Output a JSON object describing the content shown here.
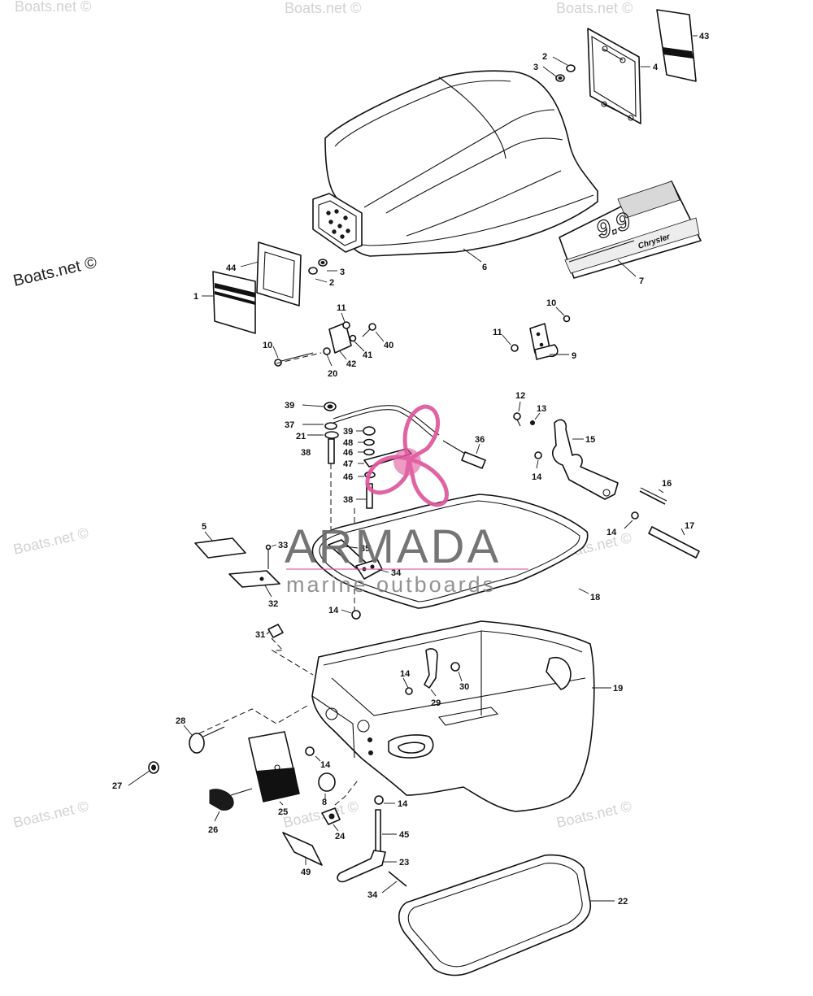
{
  "brand": {
    "logo_word": "ARMADA",
    "logo_tagline": "marine outboards",
    "logo_color": "#e0569c",
    "watermark": "Boats.net ©"
  },
  "decals": {
    "model": "9.9",
    "make": "Chrysler"
  },
  "callouts": [
    {
      "id": "c-43",
      "label": "43"
    },
    {
      "id": "c-2a",
      "label": "2"
    },
    {
      "id": "c-3a",
      "label": "3"
    },
    {
      "id": "c-4",
      "label": "4"
    },
    {
      "id": "c-44",
      "label": "44"
    },
    {
      "id": "c-3b",
      "label": "3"
    },
    {
      "id": "c-2b",
      "label": "2"
    },
    {
      "id": "c-1",
      "label": "1"
    },
    {
      "id": "c-6",
      "label": "6"
    },
    {
      "id": "c-7",
      "label": "7"
    },
    {
      "id": "c-11a",
      "label": "11"
    },
    {
      "id": "c-40",
      "label": "40"
    },
    {
      "id": "c-41",
      "label": "41"
    },
    {
      "id": "c-42",
      "label": "42"
    },
    {
      "id": "c-20",
      "label": "20"
    },
    {
      "id": "c-10a",
      "label": "10"
    },
    {
      "id": "c-10b",
      "label": "10"
    },
    {
      "id": "c-11b",
      "label": "11"
    },
    {
      "id": "c-9",
      "label": "9"
    },
    {
      "id": "c-39a",
      "label": "39"
    },
    {
      "id": "c-37",
      "label": "37"
    },
    {
      "id": "c-21",
      "label": "21"
    },
    {
      "id": "c-38a",
      "label": "38"
    },
    {
      "id": "c-39b",
      "label": "39"
    },
    {
      "id": "c-48",
      "label": "48"
    },
    {
      "id": "c-46a",
      "label": "46"
    },
    {
      "id": "c-47",
      "label": "47"
    },
    {
      "id": "c-46b",
      "label": "46"
    },
    {
      "id": "c-38b",
      "label": "38"
    },
    {
      "id": "c-36",
      "label": "36"
    },
    {
      "id": "c-12",
      "label": "12"
    },
    {
      "id": "c-13",
      "label": "13"
    },
    {
      "id": "c-15",
      "label": "15"
    },
    {
      "id": "c-14a",
      "label": "14"
    },
    {
      "id": "c-16",
      "label": "16"
    },
    {
      "id": "c-14b",
      "label": "14"
    },
    {
      "id": "c-17",
      "label": "17"
    },
    {
      "id": "c-18",
      "label": "18"
    },
    {
      "id": "c-5",
      "label": "5"
    },
    {
      "id": "c-33",
      "label": "33"
    },
    {
      "id": "c-35",
      "label": "35"
    },
    {
      "id": "c-34a",
      "label": "34"
    },
    {
      "id": "c-32",
      "label": "32"
    },
    {
      "id": "c-14c",
      "label": "14"
    },
    {
      "id": "c-31",
      "label": "31"
    },
    {
      "id": "c-14d",
      "label": "14"
    },
    {
      "id": "c-30",
      "label": "30"
    },
    {
      "id": "c-29",
      "label": "29"
    },
    {
      "id": "c-19",
      "label": "19"
    },
    {
      "id": "c-28",
      "label": "28"
    },
    {
      "id": "c-14e",
      "label": "14"
    },
    {
      "id": "c-27",
      "label": "27"
    },
    {
      "id": "c-8",
      "label": "8"
    },
    {
      "id": "c-25",
      "label": "25"
    },
    {
      "id": "c-14f",
      "label": "14"
    },
    {
      "id": "c-26",
      "label": "26"
    },
    {
      "id": "c-24",
      "label": "24"
    },
    {
      "id": "c-45",
      "label": "45"
    },
    {
      "id": "c-49",
      "label": "49"
    },
    {
      "id": "c-23",
      "label": "23"
    },
    {
      "id": "c-34b",
      "label": "34"
    },
    {
      "id": "c-22",
      "label": "22"
    }
  ]
}
